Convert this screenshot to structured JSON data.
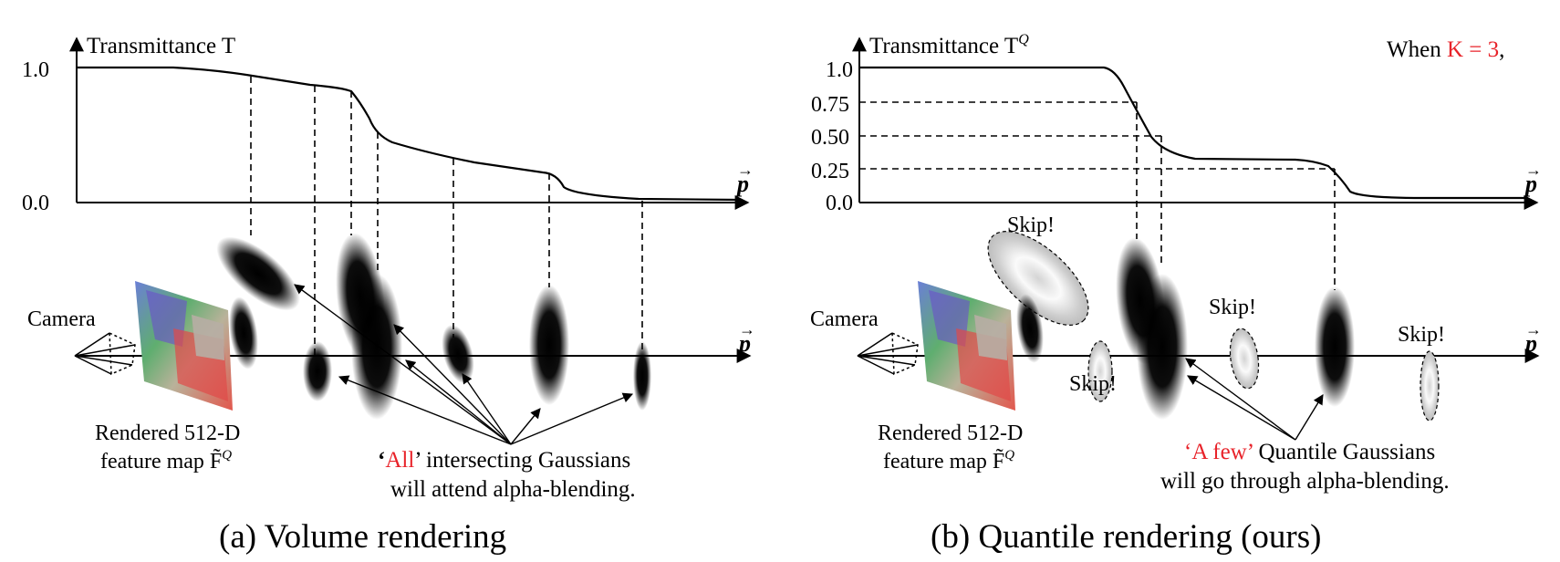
{
  "colors": {
    "highlight": "#e8232a",
    "skipped_gaussian": "#c8c8c8",
    "gaussian": "#000000"
  },
  "left": {
    "caption": "(a) Volume rendering",
    "y_axis_label": "Transmittance T",
    "y_ticks": [
      "1.0",
      "0.0"
    ],
    "x_axis_label": "p",
    "camera_label": "Camera",
    "feature_map_label_line1": "Rendered 512-D",
    "feature_map_label_line2": "feature map F̃",
    "feature_map_label_sup": "Q",
    "note_line1_quote_open": "‘",
    "note_line1_highlight": "All",
    "note_line1_rest": "’ intersecting Gaussians",
    "note_line2": "will attend alpha-blending."
  },
  "right": {
    "caption": "(b) Quantile rendering (ours)",
    "y_axis_label": "Transmittance T",
    "y_axis_label_sup": "Q",
    "y_ticks": [
      "1.0",
      "0.75",
      "0.50",
      "0.25",
      "0.0"
    ],
    "x_axis_label": "p",
    "when_prefix": "When ",
    "when_highlight": "K = 3",
    "when_suffix": ",",
    "camera_label": "Camera",
    "feature_map_label_line1": "Rendered 512-D",
    "feature_map_label_line2": "feature map F̃",
    "feature_map_label_sup": "Q",
    "skip_label": "Skip!",
    "note_line1_highlight": "‘A few’",
    "note_line1_rest": " Quantile Gaussians",
    "note_line2": "will go through alpha-blending."
  }
}
